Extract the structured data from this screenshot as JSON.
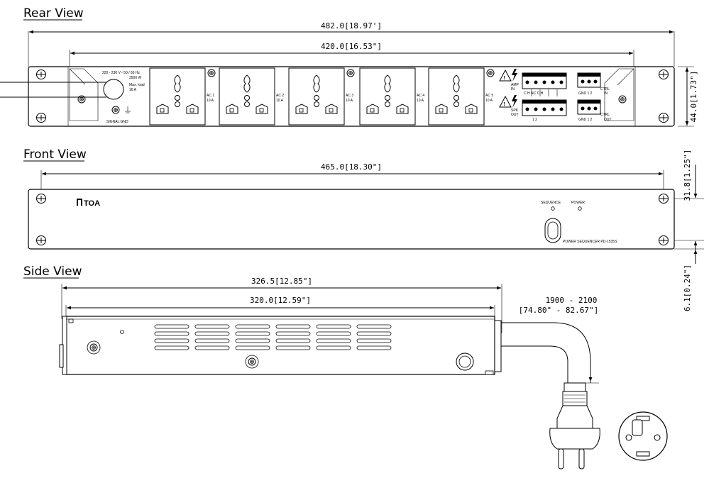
{
  "views": {
    "rear": {
      "title": "Rear View",
      "dim_overall_width": "482.0[18.97']",
      "dim_inner_width": "420.0[16.53\"]",
      "dim_height": "44.0[1.73\"]",
      "power_rating": [
        "220 - 230 V~ 50 / 60 Hz",
        "3500 W"
      ],
      "max_load": [
        "Max. load",
        "16 A"
      ],
      "signal_gnd": "SIGNAL GND",
      "outlets": [
        {
          "label": "AC 1",
          "current": "10 A"
        },
        {
          "label": "AC 2",
          "current": "10 A"
        },
        {
          "label": "AC 3",
          "current": "10 A"
        },
        {
          "label": "AC 4",
          "current": "10 A"
        },
        {
          "label": "AC 5",
          "current": "10 A"
        }
      ],
      "amp_in": [
        "AMP",
        "IN"
      ],
      "amp_in_pins": "C   H   NC   C   H",
      "spk_out": [
        "SPK",
        "OUT"
      ],
      "spk_out_pins": "1        2",
      "ctrl_in": [
        "CTRL",
        "IN"
      ],
      "ctrl_in_pins": "GND  1   2",
      "ctrl_out": [
        "CTRL",
        "OUT"
      ],
      "ctrl_out_pins": "GND  1   2"
    },
    "front": {
      "title": "Front View",
      "dim_width": "465.0[18.30\"]",
      "dim_height": "31.8[1.25\"]",
      "dim_offset": "6.1[0.24\"]",
      "brand": "TOA",
      "sequence_label": "SEQUENCE",
      "power_label": "POWER",
      "model": "POWER SEQUENCER PD-1535S"
    },
    "side": {
      "title": "Side View",
      "dim_overall_depth": "326.5[12.85\"]",
      "dim_body_depth": "320.0[12.59\"]",
      "cable_length_mm": "1900 - 2100",
      "cable_length_in": "[74.80\" - 82.67\"]"
    }
  }
}
